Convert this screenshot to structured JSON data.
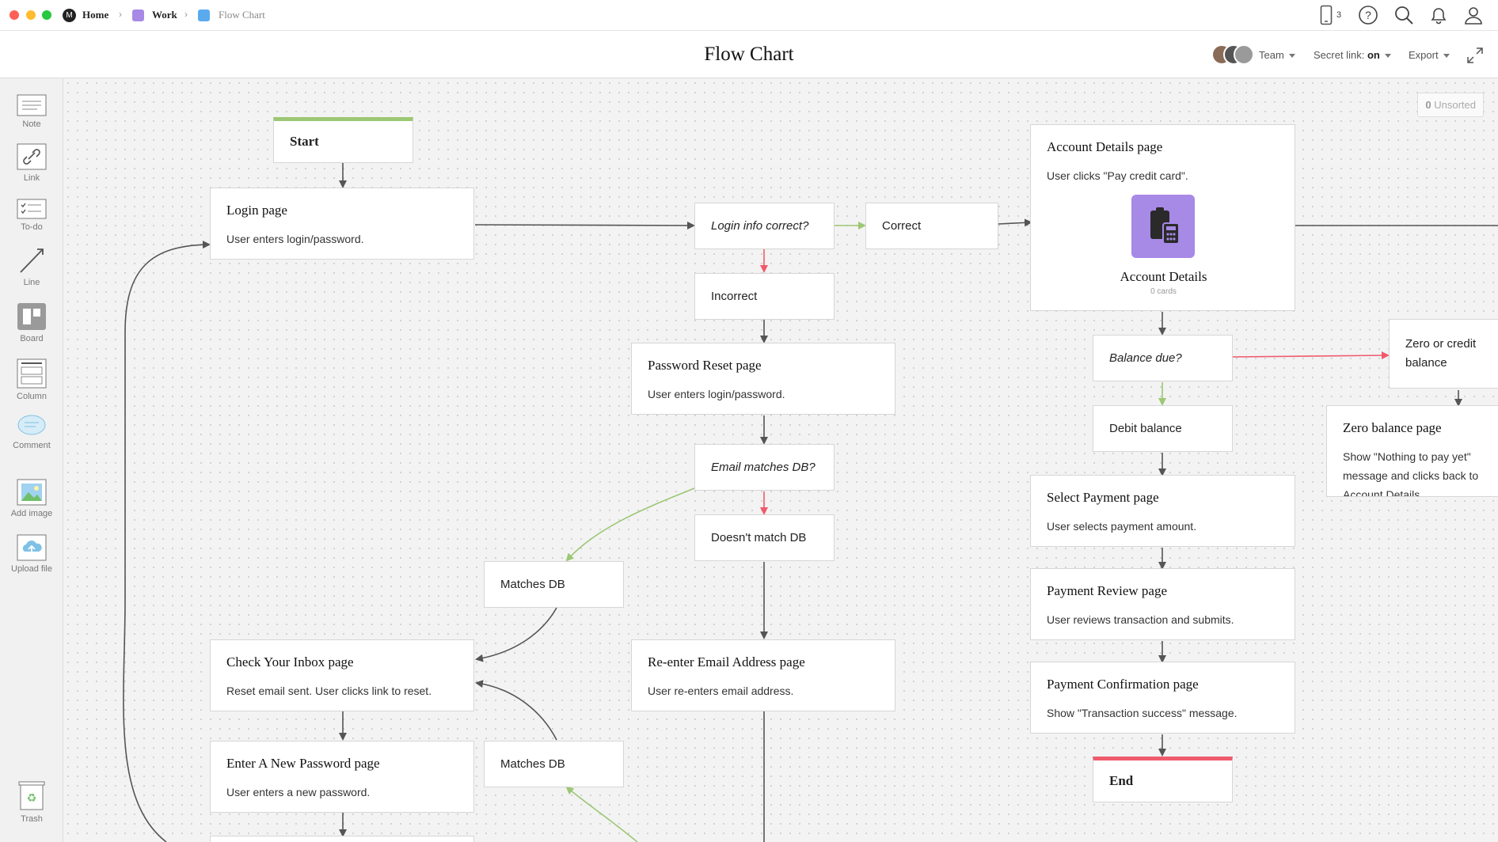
{
  "breadcrumb": {
    "home": "Home",
    "work": "Work",
    "current": "Flow Chart"
  },
  "topbar": {
    "device_count": "3"
  },
  "header": {
    "title": "Flow Chart",
    "team": "Team",
    "secret_link_label": "Secret link:",
    "secret_link_value": "on",
    "export": "Export"
  },
  "sidebar": {
    "items": [
      {
        "label": "Note",
        "icon": "note-icon"
      },
      {
        "label": "Link",
        "icon": "link-icon"
      },
      {
        "label": "To-do",
        "icon": "todo-icon"
      },
      {
        "label": "Line",
        "icon": "line-icon"
      },
      {
        "label": "Board",
        "icon": "board-icon"
      },
      {
        "label": "Column",
        "icon": "column-icon"
      },
      {
        "label": "Comment",
        "icon": "comment-icon"
      },
      {
        "label": "Add image",
        "icon": "image-icon"
      },
      {
        "label": "Upload file",
        "icon": "upload-icon"
      }
    ],
    "trash": "Trash"
  },
  "canvas": {
    "unsorted_count": "0",
    "unsorted_label": "Unsorted",
    "colors": {
      "start_bar": "#9cc774",
      "end_bar": "#ef5b6c",
      "yes_arrow": "#9cc774",
      "no_arrow": "#ef5b6c",
      "default_arrow": "#555555",
      "board": "#a789e6"
    },
    "nodes": {
      "start": "Start",
      "login_title": "Login page",
      "login_desc": "User enters login/password.",
      "login_correct": "Login info correct?",
      "correct": "Correct",
      "incorrect": "Incorrect",
      "pw_reset_title": "Password Reset page",
      "pw_reset_desc": "User enters login/password.",
      "email_matches": "Email matches DB?",
      "doesnt_match": "Doesn't match DB",
      "matches_db_1": "Matches DB",
      "matches_db_2": "Matches DB",
      "check_inbox_title": "Check Your Inbox page",
      "check_inbox_desc": "Reset email sent. User clicks link to reset.",
      "new_pw_title": "Enter A New Password page",
      "new_pw_desc": "User enters a new password.",
      "reenter_title": "Re-enter Email Address page",
      "reenter_desc": "User re-enters email address.",
      "account_title": "Account Details page",
      "account_desc": "User clicks \"Pay credit card\".",
      "account_board": "Account Details",
      "account_board_count": "0 cards",
      "balance_due": "Balance due?",
      "debit_balance": "Debit balance",
      "zero_credit": "Zero or credit balance",
      "zero_page_title": "Zero balance page",
      "zero_page_desc": "Show \"Nothing to pay yet\" message and clicks back to Account Details.",
      "select_payment_title": "Select Payment page",
      "select_payment_desc": "User selects payment amount.",
      "payment_review_title": "Payment Review page",
      "payment_review_desc": "User reviews transaction and submits.",
      "payment_confirm_title": "Payment Confirmation page",
      "payment_confirm_desc": "Show \"Transaction success\" message.",
      "end": "End"
    }
  }
}
